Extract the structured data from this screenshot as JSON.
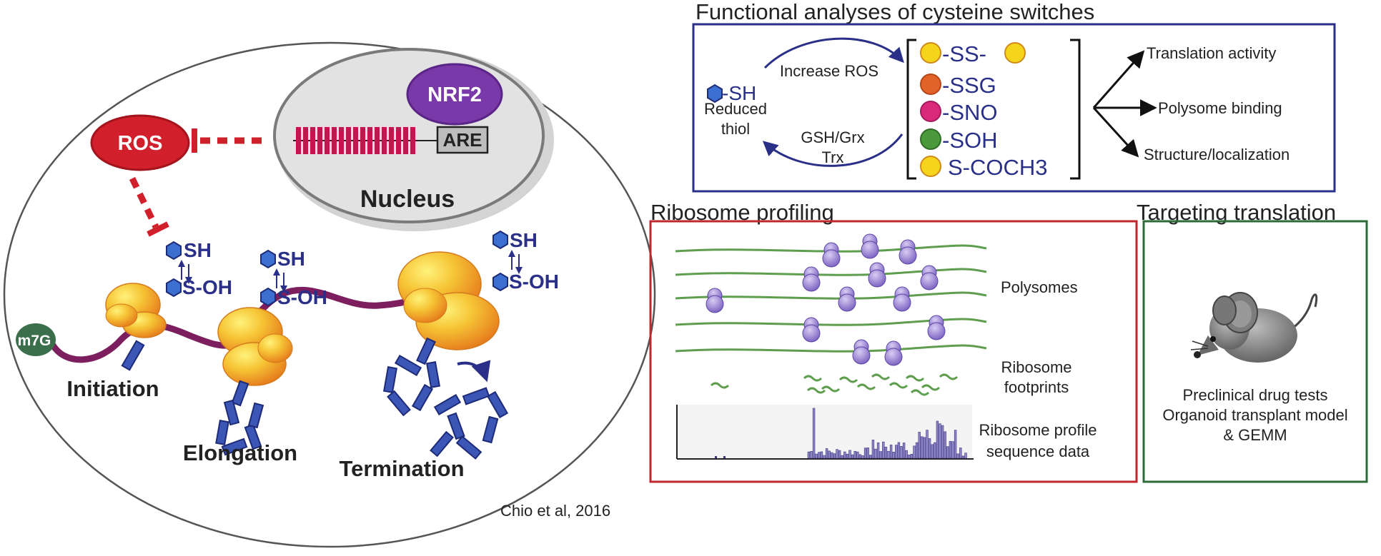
{
  "left_panel": {
    "ros": "ROS",
    "nrf2": "NRF2",
    "are": "ARE",
    "nucleus": "Nucleus",
    "m7g": "m7G",
    "sh": "SH",
    "soh": "S-OH",
    "initiation": "Initiation",
    "elongation": "Elongation",
    "termination": "Termination",
    "citation": "Chio et al, 2016"
  },
  "functional": {
    "title": "Functional analyses of cysteine switches",
    "sh": "-SH",
    "reduced_line1": "Reduced",
    "reduced_line2": "thiol",
    "increase_ros": "Increase ROS",
    "gsh_line1": "GSH/Grx",
    "gsh_line2": "Trx",
    "modifications": [
      {
        "label": "-SS-",
        "color": "#f5d51c"
      },
      {
        "label": "-SSG",
        "color": "#e2622a"
      },
      {
        "label": "-SNO",
        "color": "#d8297a"
      },
      {
        "label": "-SOH",
        "color": "#4a9a3b"
      },
      {
        "label": "S-COCH3",
        "color": "#f5d51c"
      }
    ],
    "outcomes": [
      "Translation activity",
      "Polysome binding",
      "Structure/localization"
    ]
  },
  "ribosome": {
    "title": "Ribosome profiling",
    "polysomes": "Polysomes",
    "footprints_line1": "Ribosome",
    "footprints_line2": "footprints",
    "profile_line1": "Ribosome profile",
    "profile_line2": "sequence data"
  },
  "targeting": {
    "title": "Targeting translation",
    "line1": "Preclinical drug tests",
    "line2": "Organoid transplant model",
    "line3": "& GEMM"
  }
}
